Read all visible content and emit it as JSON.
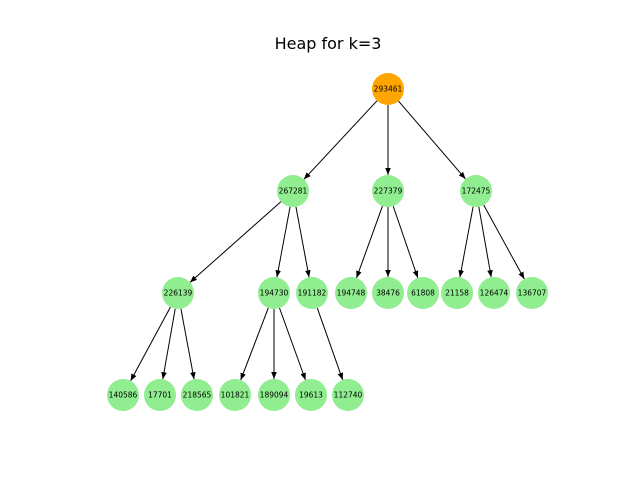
{
  "title": "Heap for k=3",
  "colors": {
    "root": "#FFA500",
    "node": "#90EE90",
    "edge": "#000000"
  },
  "heap": {
    "k": 3,
    "nodes": [
      {
        "id": "n0",
        "label": "293461",
        "root": true
      },
      {
        "id": "n1",
        "label": "267281"
      },
      {
        "id": "n2",
        "label": "227379"
      },
      {
        "id": "n3",
        "label": "172475"
      },
      {
        "id": "n4",
        "label": "226139"
      },
      {
        "id": "n5",
        "label": "194730"
      },
      {
        "id": "n6",
        "label": "191182"
      },
      {
        "id": "n7",
        "label": "194748"
      },
      {
        "id": "n8",
        "label": "38476"
      },
      {
        "id": "n9",
        "label": "61808"
      },
      {
        "id": "n10",
        "label": "21158"
      },
      {
        "id": "n11",
        "label": "126474"
      },
      {
        "id": "n12",
        "label": "136707"
      },
      {
        "id": "n13",
        "label": "140586"
      },
      {
        "id": "n14",
        "label": "17701"
      },
      {
        "id": "n15",
        "label": "218565"
      },
      {
        "id": "n16",
        "label": "101821"
      },
      {
        "id": "n17",
        "label": "189094"
      },
      {
        "id": "n18",
        "label": "19613"
      },
      {
        "id": "n19",
        "label": "112740"
      }
    ],
    "edges": [
      [
        "n0",
        "n1"
      ],
      [
        "n0",
        "n2"
      ],
      [
        "n0",
        "n3"
      ],
      [
        "n1",
        "n4"
      ],
      [
        "n1",
        "n5"
      ],
      [
        "n1",
        "n6"
      ],
      [
        "n2",
        "n7"
      ],
      [
        "n2",
        "n8"
      ],
      [
        "n2",
        "n9"
      ],
      [
        "n3",
        "n10"
      ],
      [
        "n3",
        "n11"
      ],
      [
        "n3",
        "n12"
      ],
      [
        "n4",
        "n13"
      ],
      [
        "n4",
        "n14"
      ],
      [
        "n4",
        "n15"
      ],
      [
        "n5",
        "n16"
      ],
      [
        "n5",
        "n17"
      ],
      [
        "n5",
        "n18"
      ],
      [
        "n6",
        "n19"
      ]
    ]
  }
}
